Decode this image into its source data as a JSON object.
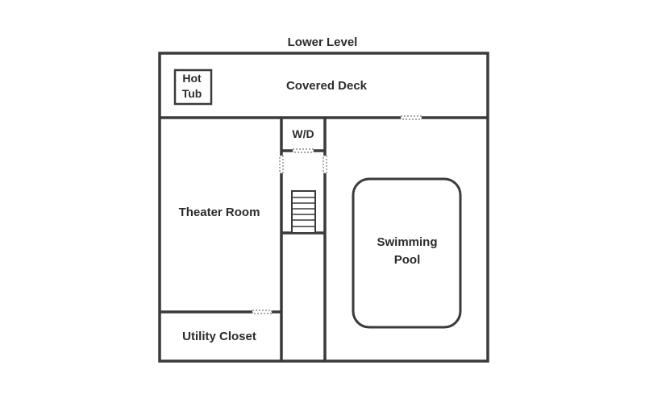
{
  "title": "Lower Level",
  "rooms": {
    "hot_tub": [
      "Hot",
      "Tub"
    ],
    "covered_deck": "Covered Deck",
    "washer_dryer": "W/D",
    "theater_room": "Theater Room",
    "swimming_pool": [
      "Swimming",
      "Pool"
    ],
    "utility_closet": "Utility Closet"
  },
  "colors": {
    "wall": "#3a3a3a",
    "text": "#2b2b2b",
    "background": "#ffffff"
  }
}
